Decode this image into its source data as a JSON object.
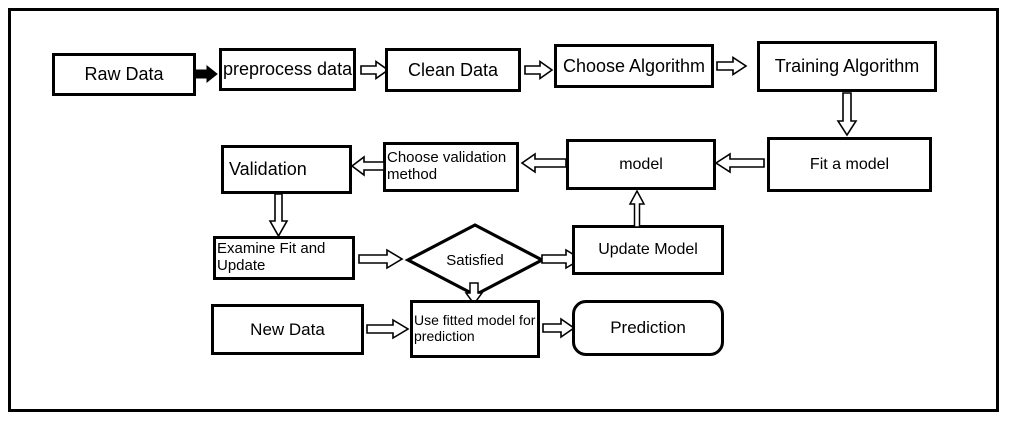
{
  "diagram": {
    "title": "Machine Learning Workflow Flowchart",
    "stroke_color": "#000000",
    "fill_color": "#ffffff",
    "text_color": "#000000",
    "nodes": {
      "raw_data": "Raw Data",
      "preprocess_data": "preprocess data",
      "clean_data": "Clean Data",
      "choose_algorithm": "Choose Algorithm",
      "training_algorithm": "Training Algorithm",
      "fit_a_model": "Fit a model",
      "model": "model",
      "choose_validation_method": "Choose validation method",
      "validation": "Validation",
      "examine_fit_and_update": "Examine Fit and Update",
      "satisfied": "Satisfied",
      "update_model": "Update Model",
      "new_data": "New Data",
      "use_fitted_model_for_prediction": "Use fitted model for prediction",
      "prediction": "Prediction"
    },
    "edges": [
      {
        "from": "raw_data",
        "to": "preprocess_data",
        "direction": "right",
        "style": "solid-block"
      },
      {
        "from": "preprocess_data",
        "to": "clean_data",
        "direction": "right",
        "style": "hollow"
      },
      {
        "from": "clean_data",
        "to": "choose_algorithm",
        "direction": "right",
        "style": "hollow"
      },
      {
        "from": "choose_algorithm",
        "to": "training_algorithm",
        "direction": "right",
        "style": "hollow"
      },
      {
        "from": "training_algorithm",
        "to": "fit_a_model",
        "direction": "down",
        "style": "hollow"
      },
      {
        "from": "fit_a_model",
        "to": "model",
        "direction": "left",
        "style": "hollow"
      },
      {
        "from": "model",
        "to": "choose_validation_method",
        "direction": "left",
        "style": "hollow"
      },
      {
        "from": "choose_validation_method",
        "to": "validation",
        "direction": "left",
        "style": "hollow"
      },
      {
        "from": "validation",
        "to": "examine_fit_and_update",
        "direction": "down",
        "style": "hollow"
      },
      {
        "from": "examine_fit_and_update",
        "to": "satisfied",
        "direction": "right",
        "style": "hollow"
      },
      {
        "from": "satisfied",
        "to": "update_model",
        "direction": "right",
        "style": "hollow"
      },
      {
        "from": "update_model",
        "to": "model",
        "direction": "up",
        "style": "hollow"
      },
      {
        "from": "satisfied",
        "to": "use_fitted_model_for_prediction",
        "direction": "down",
        "style": "hollow"
      },
      {
        "from": "new_data",
        "to": "use_fitted_model_for_prediction",
        "direction": "right",
        "style": "hollow"
      },
      {
        "from": "use_fitted_model_for_prediction",
        "to": "prediction",
        "direction": "right",
        "style": "hollow"
      }
    ]
  }
}
